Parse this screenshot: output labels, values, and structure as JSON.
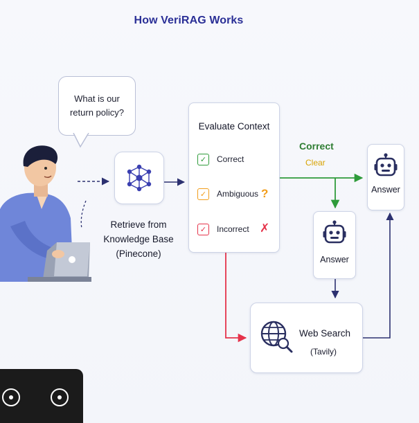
{
  "title": "How VeriRAG Works",
  "question": {
    "line1": "What is our",
    "line2": "return policy?"
  },
  "retrieve": {
    "line1": "Retrieve from",
    "line2": "Knowledge Base",
    "line3": "(Pinecone)"
  },
  "evaluate": {
    "title": "Evaluate Context",
    "options": [
      {
        "label": "Correct",
        "mark": "✓",
        "color": "#2e9b3a"
      },
      {
        "label": "Ambiguous",
        "mark": "✓",
        "color": "#f29d1a",
        "side": "?"
      },
      {
        "label": "Incorrect",
        "mark": "✓",
        "color": "#e5334a",
        "side": "✗"
      }
    ]
  },
  "correct_branch": {
    "label": "Correct",
    "sublabel": "Clear"
  },
  "answers": {
    "top_right": "Answer",
    "middle": "Answer"
  },
  "web_search": {
    "title": "Web Search",
    "subtitle": "(Tavily)"
  },
  "toolbar": {
    "rotate_left": "rotate-left-icon",
    "rotate_right": "rotate-right-icon"
  },
  "colors": {
    "navy": "#2a2f96",
    "green": "#2e9b3a",
    "amber": "#f29d1a",
    "red": "#e5334a",
    "arrow": "#2c3170"
  }
}
